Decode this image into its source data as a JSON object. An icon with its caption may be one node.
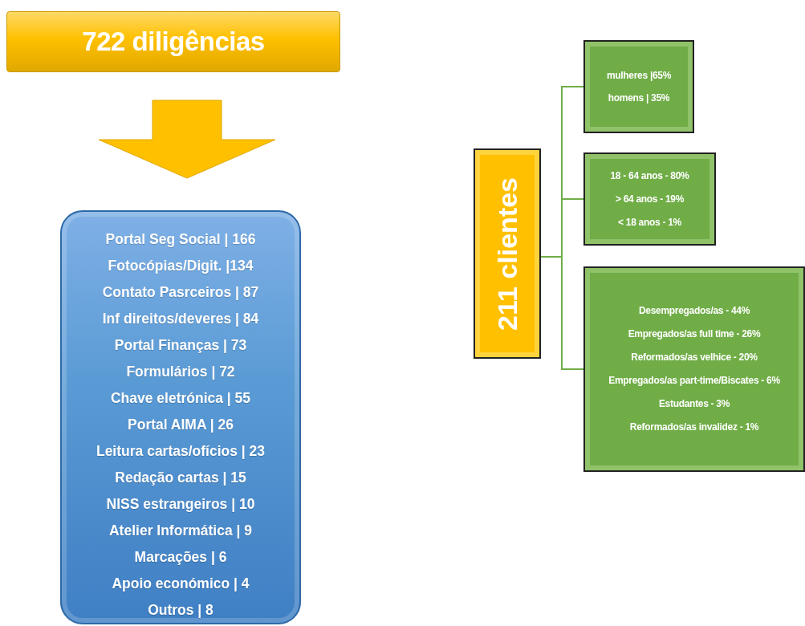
{
  "diagram": {
    "nodes": [
      {
        "text": [
          "722 diligências"
        ]
      },
      {
        "text": [
          "Portal Seg Social | 166",
          "Fotocópias/Digit. |134",
          "Contato Pasrceiros | 87",
          "Inf direitos/deveres | 84",
          "Portal Finanças | 73",
          "Formulários | 72",
          "Chave eletrónica | 55",
          "Portal AIMA | 26",
          "Leitura cartas/ofícios | 23",
          "Redação cartas | 15",
          "NISS estrangeiros | 10",
          "Atelier Informática | 9",
          "Marcações | 6",
          "Apoio económico | 4",
          "Outros | 8"
        ]
      },
      {
        "text": [
          "211 clientes"
        ]
      },
      {
        "text": [
          "mulheres |65%",
          "homens | 35%"
        ]
      },
      {
        "text": [
          "18 - 64 anos - 80%",
          "> 64 anos - 19%",
          "< 18 anos - 1%"
        ]
      },
      {
        "text": [
          "Desempregados/as - 44%",
          "Empregados/as full time - 26%",
          "Reformados/as velhice - 20%",
          "Empregados/as part-time/Biscates - 6%",
          "Estudantes - 3%",
          "Reformados/as invalidez - 1%"
        ]
      }
    ],
    "edges": [
      {
        "from": 0,
        "to": 1,
        "arrow": "to",
        "style": "thick",
        "color": "#ffc000"
      },
      {
        "from": 2,
        "to": 3,
        "arrow": "none"
      },
      {
        "from": 2,
        "to": 4,
        "arrow": "none"
      },
      {
        "from": 2,
        "to": 5,
        "arrow": "none"
      }
    ]
  }
}
